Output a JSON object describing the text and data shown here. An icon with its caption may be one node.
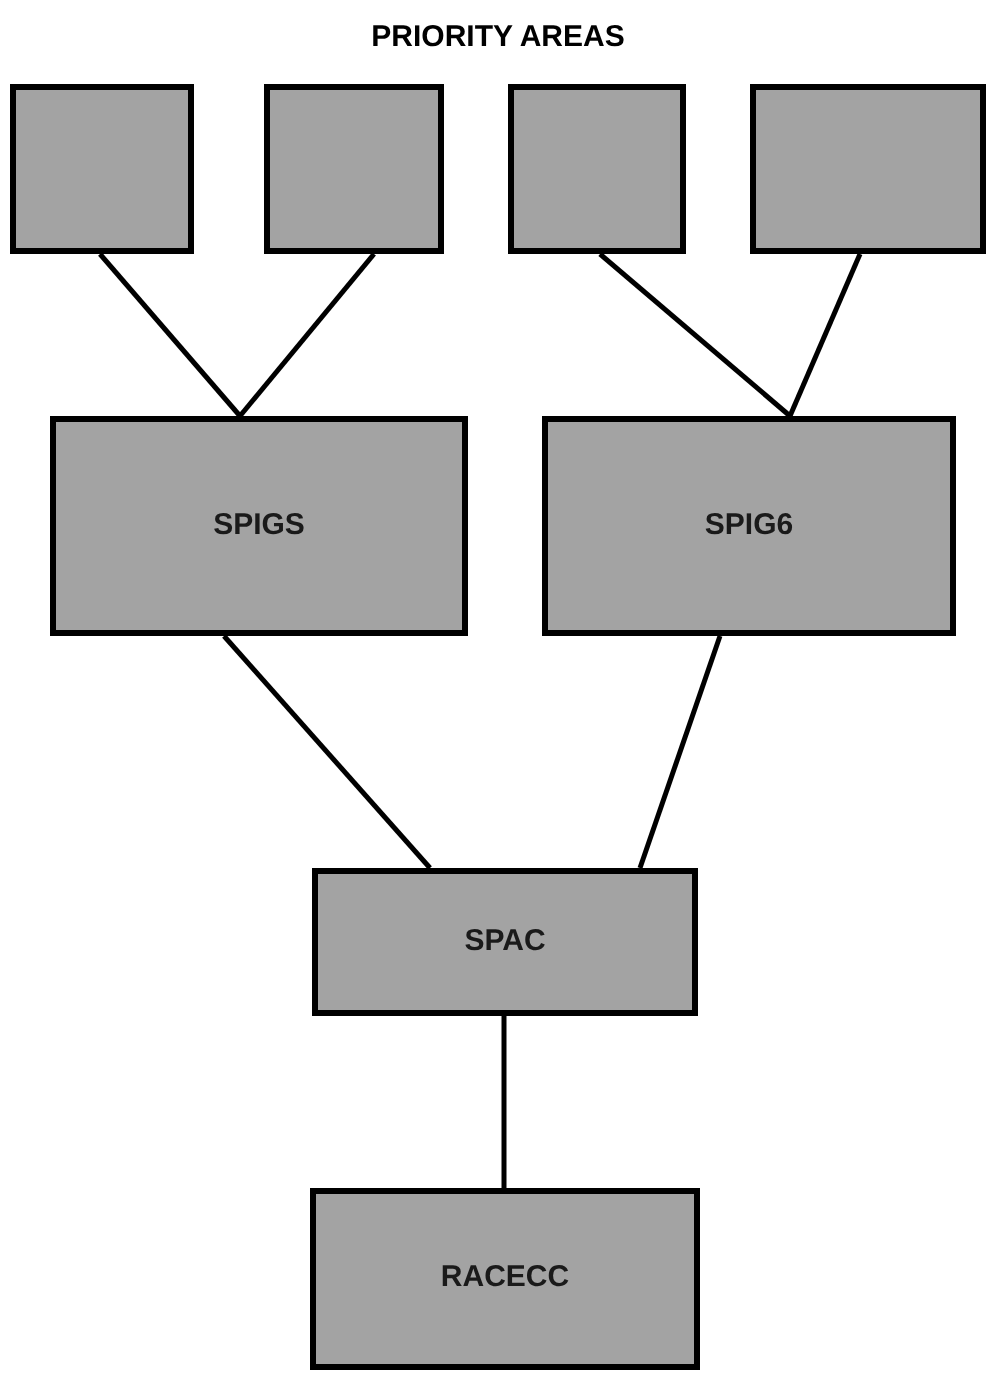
{
  "diagram": {
    "title": "PRIORITY AREAS",
    "nodes": [
      {
        "text": [],
        "shape": "box"
      },
      {
        "text": [],
        "shape": "box"
      },
      {
        "text": [],
        "shape": "box"
      },
      {
        "text": [],
        "shape": "box"
      },
      {
        "text": [
          "SPIGS"
        ]
      },
      {
        "text": [
          "SPIG6"
        ]
      },
      {
        "text": [
          "SPAC"
        ]
      },
      {
        "text": [
          "RACECC"
        ]
      }
    ],
    "edges": [
      {
        "from": 0,
        "to": 4,
        "arrow": "none"
      },
      {
        "from": 1,
        "to": 4,
        "arrow": "none"
      },
      {
        "from": 2,
        "to": 5,
        "arrow": "none"
      },
      {
        "from": 3,
        "to": 5,
        "arrow": "none"
      },
      {
        "from": 4,
        "to": 6,
        "arrow": "none"
      },
      {
        "from": 5,
        "to": 6,
        "arrow": "none"
      },
      {
        "from": 6,
        "to": 7,
        "arrow": "none"
      }
    ]
  }
}
